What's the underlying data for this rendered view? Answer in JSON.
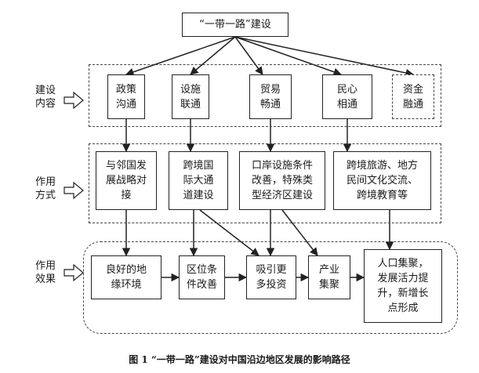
{
  "top": {
    "title": "“一带一路”建设"
  },
  "rows": {
    "content": "建设\n内容",
    "method": "作用\n方式",
    "effect": "作用\n效果"
  },
  "content_boxes": [
    {
      "id": "policy",
      "label": "政策\n沟通"
    },
    {
      "id": "facility",
      "label": "设施\n联通"
    },
    {
      "id": "trade",
      "label": "贸易\n畅通"
    },
    {
      "id": "people",
      "label": "民心\n相通"
    },
    {
      "id": "finance",
      "label": "资金\n融通"
    }
  ],
  "method_boxes": [
    {
      "id": "strategy",
      "label": "与邻国发\n展战略对\n接"
    },
    {
      "id": "corridor",
      "label": "跨境国\n际大通\n道建设"
    },
    {
      "id": "port",
      "label": "口岸设施条件\n改善，特殊类\n型经济区建设"
    },
    {
      "id": "culture",
      "label": "跨境旅游、地方\n民间文化交流、\n跨境教育等"
    }
  ],
  "effect_boxes": [
    {
      "id": "geo",
      "label": "良好的地\n缘环境"
    },
    {
      "id": "location",
      "label": "区位条\n件改善"
    },
    {
      "id": "invest",
      "label": "吸引更\n多投资"
    },
    {
      "id": "industry",
      "label": "产业\n集聚"
    },
    {
      "id": "population",
      "label": "人口集聚，\n发展活力提\n升，新增长\n点形成"
    }
  ],
  "caption": "图 1   “一带一路”建设对中国沿边地区发展的影响路径"
}
